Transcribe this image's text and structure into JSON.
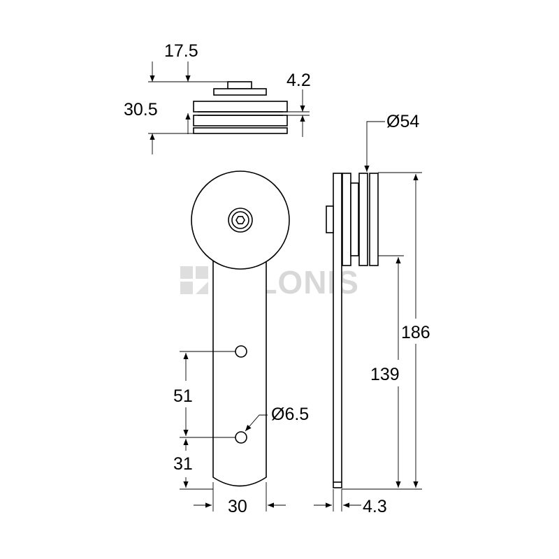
{
  "drawing": {
    "watermark": "ZALONIS",
    "dimensions": {
      "offset_top": "17.5",
      "thickness_total": "30.5",
      "wheel_gap": "4.2",
      "wheel_diameter": "Ø54",
      "hole_diameter": "Ø6.5",
      "hole_spacing": "51",
      "hole_to_bottom": "31",
      "strap_width": "30",
      "plate_thickness": "4.3",
      "overall_height": "186",
      "hole_height": "139"
    }
  }
}
